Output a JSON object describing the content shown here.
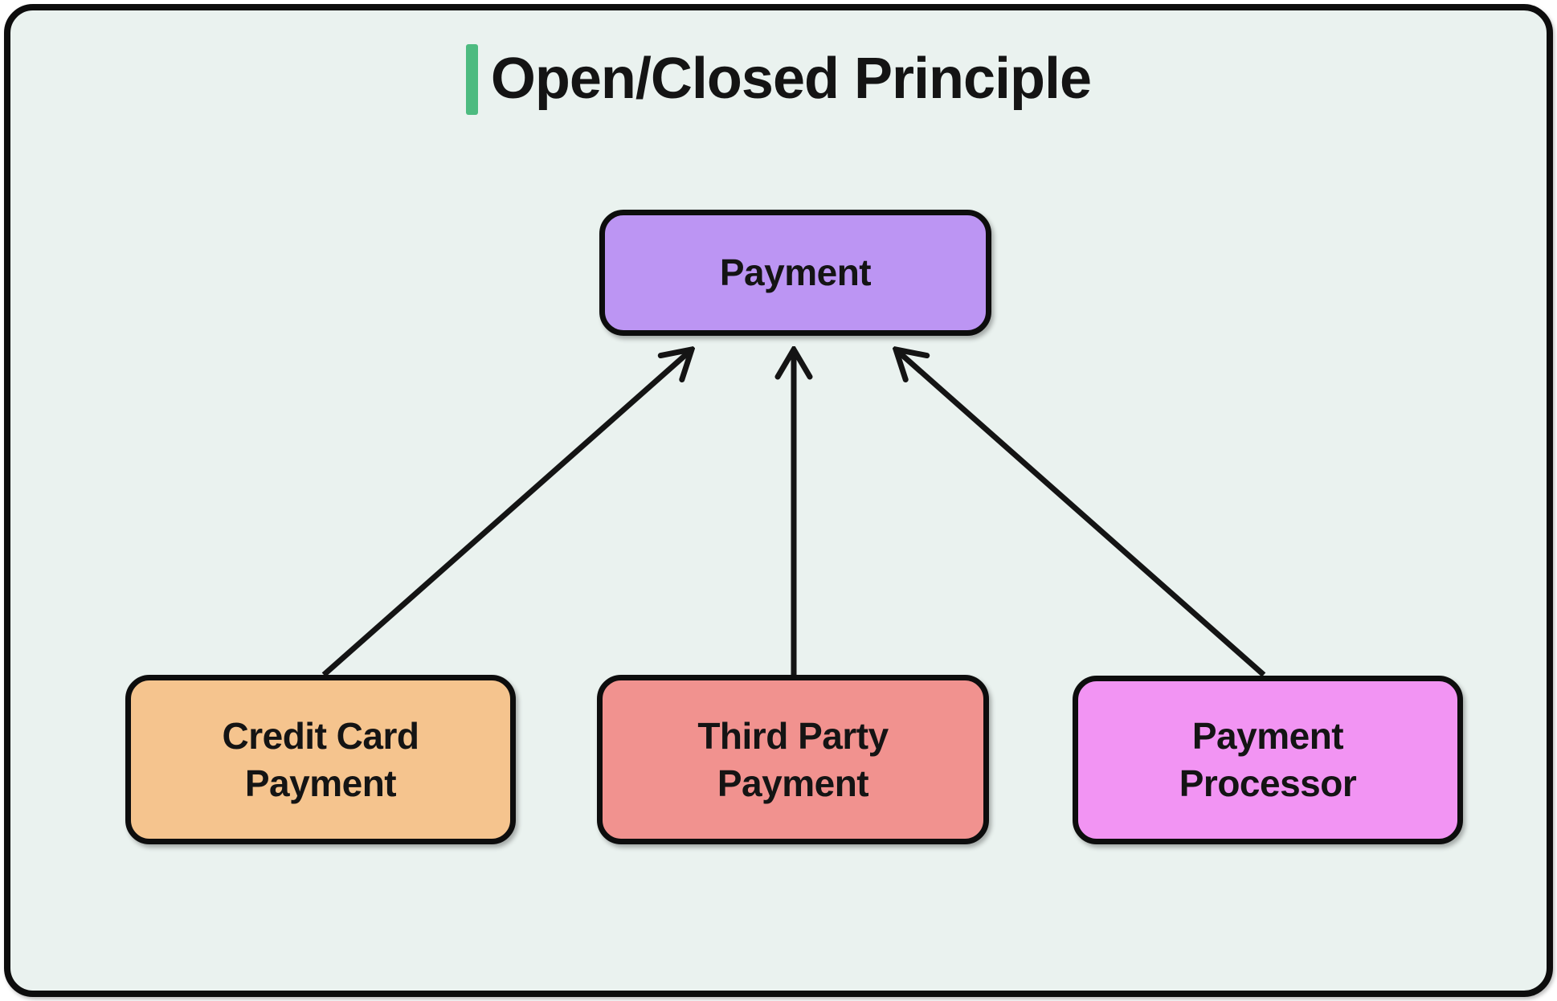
{
  "title": {
    "text": "Open/Closed Principle",
    "accent_color": "#4dbb80"
  },
  "canvas": {
    "background_color": "#eaf2ef",
    "border_color": "#0d0d0d",
    "arrow_color": "#141414"
  },
  "nodes": {
    "payment": {
      "label": "Payment",
      "color": "#bc95f3"
    },
    "credit_card": {
      "label": "Credit Card Payment",
      "color": "#f5c48e"
    },
    "third_party": {
      "label": "Third Party Payment",
      "color": "#f1928f"
    },
    "processor": {
      "label": "Payment Processor",
      "color": "#f294f3"
    }
  },
  "edges": [
    {
      "from": "credit_card",
      "to": "payment",
      "style": "open-arrowhead"
    },
    {
      "from": "third_party",
      "to": "payment",
      "style": "open-arrowhead"
    },
    {
      "from": "processor",
      "to": "payment",
      "style": "open-arrowhead"
    }
  ]
}
